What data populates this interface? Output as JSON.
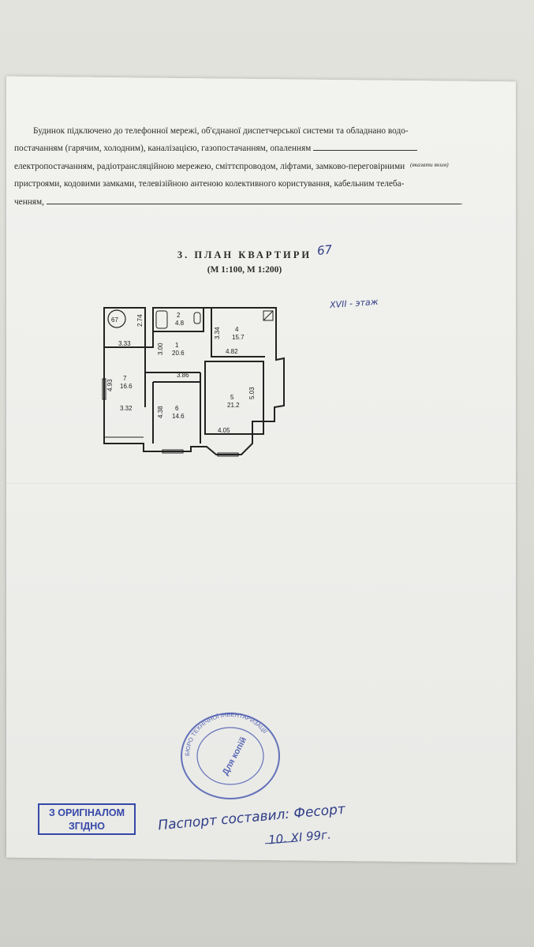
{
  "paragraph": {
    "line1": "Будинок підключено до телефонної мережі, об'єднаної диспетчерської системи та обладнано водо-",
    "line2": "постачанням (гарячим, холодним), каналізацією, газопостачанням, опаленням",
    "note": "(вказати яким)",
    "line3": "електропостачанням, радіотрансляційною мережею, сміттєпроводом, ліфтами, замково-переговірними",
    "line4": "пристроями, кодовими замками, телевізійною антеною колективного користування, кабельним телеба-",
    "line5": "ченням,"
  },
  "section": {
    "title": "3. ПЛАН КВАРТИРИ",
    "scale": "(М 1:100, М 1:200)"
  },
  "handwriting": {
    "apartment": "67",
    "floor": "XVII - этаж",
    "signature": "Паспорт составил: Фесорт",
    "date": "10. XI 99г."
  },
  "plan": {
    "apartment_label": "67",
    "rooms": [
      {
        "number": "1",
        "area": "20.6"
      },
      {
        "number": "2",
        "area": "4.8"
      },
      {
        "number": "4",
        "area": "15.7"
      },
      {
        "number": "5",
        "area": "21.2"
      },
      {
        "number": "6",
        "area": "14.6"
      },
      {
        "number": "7",
        "area": "16.6"
      }
    ],
    "dimensions": [
      "2.74",
      "3.33",
      "3.00",
      "3.34",
      "4.82",
      "4.93",
      "3.86",
      "5.03",
      "4.38",
      "3.32",
      "4.05"
    ]
  },
  "stamp": {
    "line1": "З ОРИГІНАЛОМ",
    "line2": "ЗГІДНО"
  },
  "seal": {
    "ring": "БЮРО ТЕХНІЧНОЇ ІНВЕНТАРИЗАЦІЇ",
    "center": "Для копій"
  },
  "colors": {
    "ink": "#2b2b2b",
    "stamp": "#3548a8",
    "handwriting": "#2f3d86",
    "paper": "#eeeeeb"
  }
}
